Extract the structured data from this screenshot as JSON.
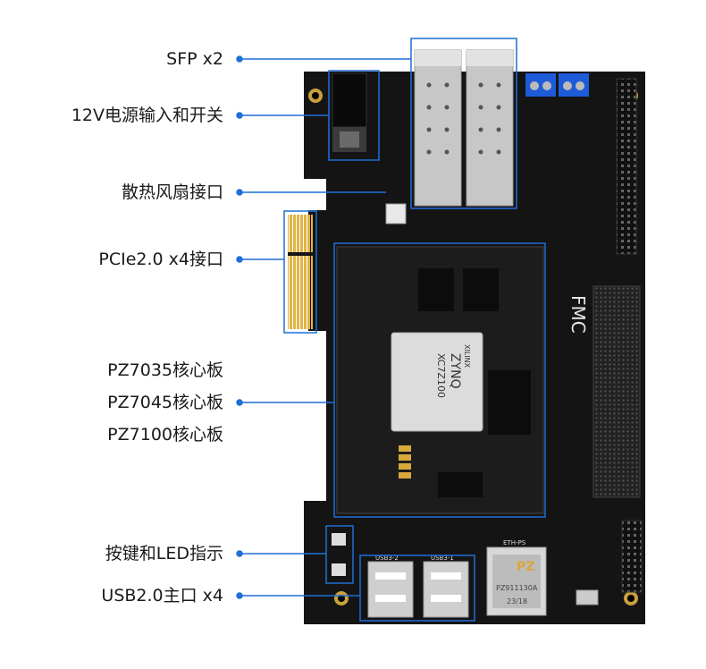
{
  "callouts": {
    "sfp": "SFP x2",
    "power": "12V电源输入和开关",
    "fan": "散热风扇接口",
    "pcie": "PCIe2.0 x4接口",
    "core_boards": [
      "PZ7035核心板",
      "PZ7045核心板",
      "PZ7100核心板"
    ],
    "buttons_led": "按键和LED指示",
    "usb": "USB2.0主口 x4"
  },
  "board": {
    "chip_brand": "XILINX",
    "chip_family": "ZYNQ",
    "chip_model": "XC7Z100",
    "fmc_logo": "FMC",
    "pz_logo": "PZ",
    "eth_part": "PZ911130A",
    "eth_date": "23/18",
    "eth_label": "ETH-PS",
    "usb_label_1": "USB3-2",
    "usb_label_2": "USB3-1"
  },
  "colors": {
    "callout_line": "#1f6fd6",
    "pcb": "#141414",
    "gold": "#d9a83a",
    "terminal": "#1e5bd9"
  }
}
